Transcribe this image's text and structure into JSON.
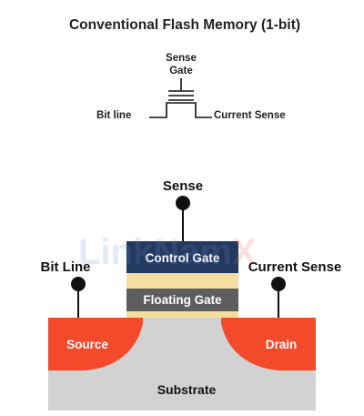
{
  "title": "Conventional Flash Memory (1-bit)",
  "symbol": {
    "sense_gate_line1": "Sense",
    "sense_gate_line2": "Gate",
    "bit_line": "Bit line",
    "current_sense": "Current Sense"
  },
  "cross_section": {
    "sense": "Sense",
    "bit_line": "Bit Line",
    "current_sense": "Current Sense",
    "control_gate": "Control Gate",
    "floating_gate": "Floating Gate",
    "source": "Source",
    "drain": "Drain",
    "substrate": "Substrate"
  },
  "watermark": "LinkNamX",
  "colors": {
    "control_gate": "#23395f",
    "floating_gate": "#5e5e5e",
    "oxide": "#f3dea0",
    "source_drain": "#f24a2a",
    "substrate": "#d2d2d2",
    "watermark_blue": "#6e8fc8",
    "watermark_red": "#e05a3a",
    "line": "#111111"
  }
}
